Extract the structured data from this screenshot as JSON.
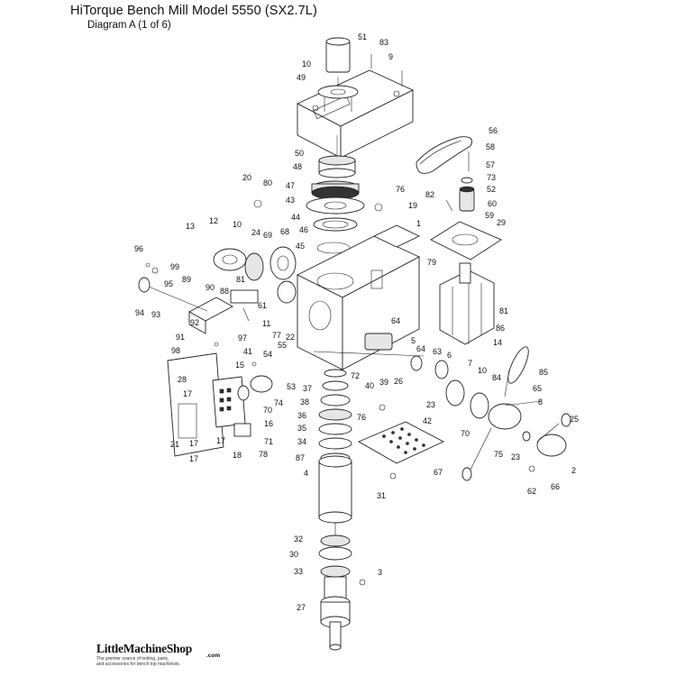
{
  "title": "HiTorque Bench Mill Model 5550 (SX2.7L)",
  "subtitle": "Diagram A  (1 of 6)",
  "brand": {
    "name": "LittleMachineShop",
    "suffix": ".com",
    "tagline_line1": "The premier source of tooling, parts,",
    "tagline_line2": "and accessories for bench top machinists."
  },
  "callouts": [
    "51",
    "83",
    "9",
    "10",
    "49",
    "56",
    "58",
    "57",
    "50",
    "48",
    "73",
    "52",
    "20",
    "80",
    "47",
    "43",
    "82",
    "60",
    "76",
    "19",
    "59",
    "29",
    "44",
    "13",
    "12",
    "10",
    "24",
    "69",
    "68",
    "46",
    "45",
    "1",
    "96",
    "99",
    "79",
    "89",
    "95",
    "81",
    "88",
    "90",
    "61",
    "94",
    "93",
    "92",
    "11",
    "77",
    "22",
    "81",
    "97",
    "91",
    "98",
    "41",
    "55",
    "64",
    "5",
    "86",
    "14",
    "64",
    "63",
    "15",
    "54",
    "53",
    "72",
    "6",
    "7",
    "10",
    "85",
    "28",
    "17",
    "37",
    "40",
    "39",
    "26",
    "84",
    "65",
    "38",
    "74",
    "70",
    "23",
    "8",
    "36",
    "16",
    "76",
    "42",
    "25",
    "17",
    "35",
    "21",
    "17",
    "34",
    "71",
    "70",
    "75",
    "23",
    "17",
    "18",
    "78",
    "87",
    "2",
    "4",
    "67",
    "66",
    "62",
    "31",
    "32",
    "30",
    "33",
    "3",
    "27"
  ]
}
